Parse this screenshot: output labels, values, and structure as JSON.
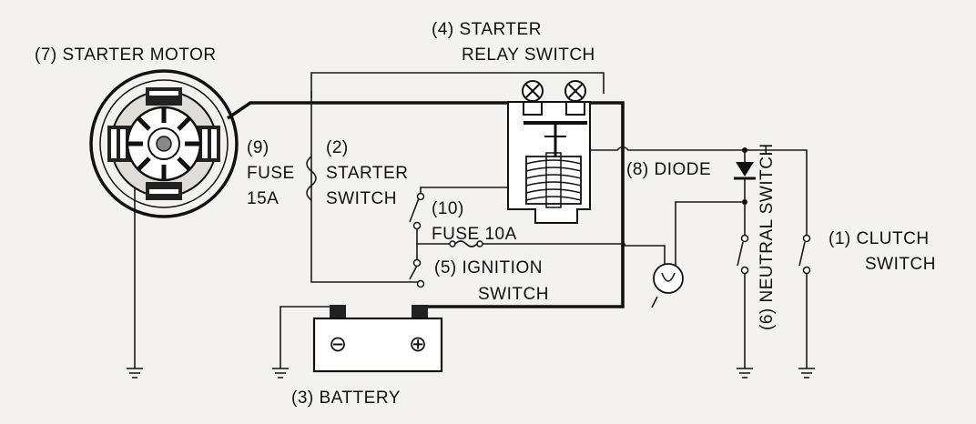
{
  "labels": {
    "starter_motor": "(7) STARTER MOTOR",
    "relay_line1": "(4) STARTER",
    "relay_line2": "RELAY SWITCH",
    "fuse15_num": "(9)",
    "fuse15_name": "FUSE",
    "fuse15_rating": "15A",
    "starter_switch_num": "(2)",
    "starter_switch_line1": "STARTER",
    "starter_switch_line2": "SWITCH",
    "fuse10_num": "(10)",
    "fuse10_name": "FUSE 10A",
    "ignition_line1": "(5) IGNITION",
    "ignition_line2": "SWITCH",
    "diode": "(8) DIODE",
    "neutral_switch": "(6) NEUTRAL SWITCH",
    "clutch_line1": "(1) CLUTCH",
    "clutch_line2": "SWITCH",
    "battery": "(3) BATTERY",
    "battery_neg": "⊖",
    "battery_pos": "⊕"
  },
  "colors": {
    "ink": "#111111",
    "paper": "#f4f2ee"
  }
}
